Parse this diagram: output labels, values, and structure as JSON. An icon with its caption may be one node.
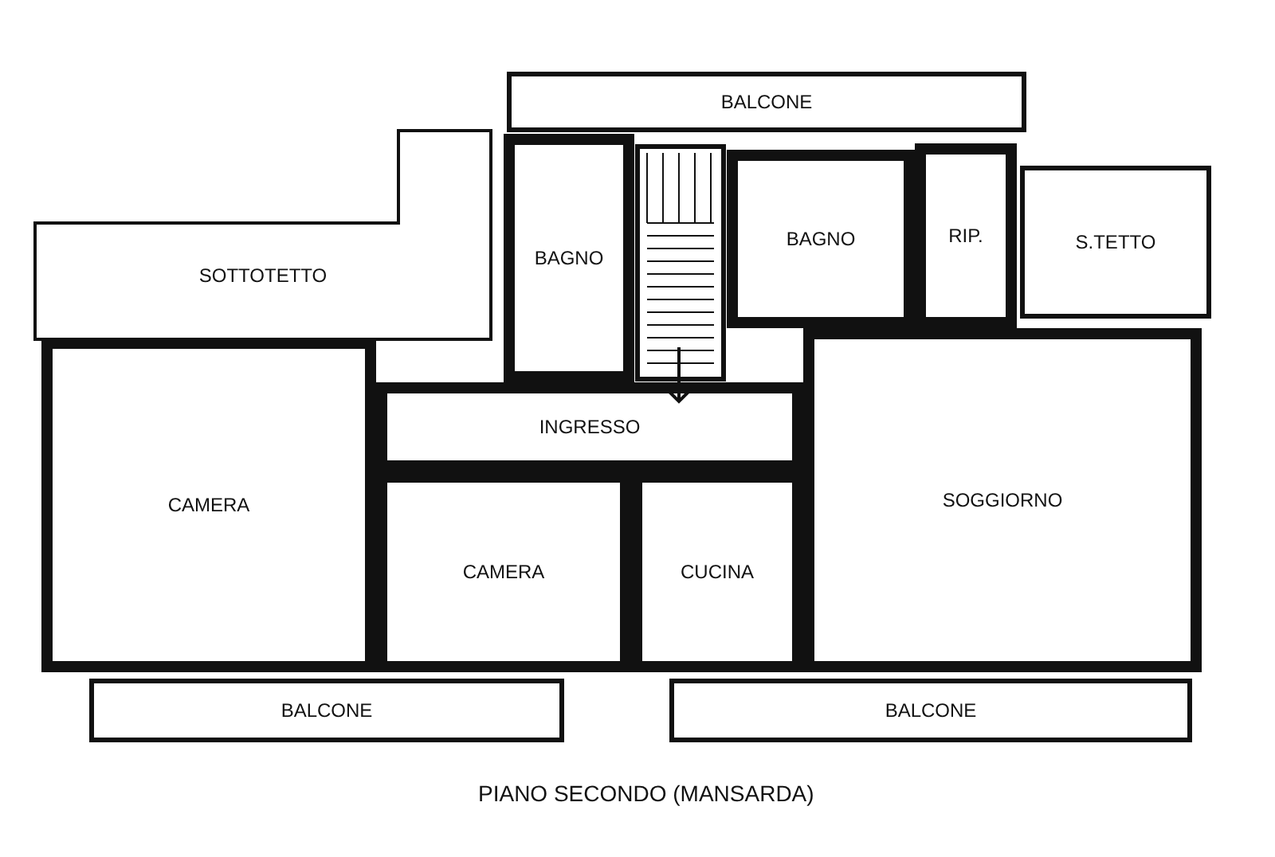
{
  "diagram": {
    "caption": "PIANO SECONDO (MANSARDA)",
    "nodes": [
      {
        "text": [
          "BALCONE"
        ]
      },
      {
        "text": [
          "SOTTOTETTO"
        ]
      },
      {
        "text": [
          "BAGNO"
        ]
      },
      {
        "text": [
          "BAGNO"
        ]
      },
      {
        "text": [
          "RIP."
        ]
      },
      {
        "text": [
          "S.TETTO"
        ]
      },
      {
        "text": [
          "INGRESSO"
        ]
      },
      {
        "text": [
          "CAMERA"
        ]
      },
      {
        "text": [
          "SOGGIORNO"
        ]
      },
      {
        "text": [
          "CAMERA"
        ]
      },
      {
        "text": [
          "CUCINA"
        ]
      },
      {
        "text": [
          "BALCONE"
        ]
      },
      {
        "text": [
          "BALCONE"
        ]
      }
    ]
  }
}
